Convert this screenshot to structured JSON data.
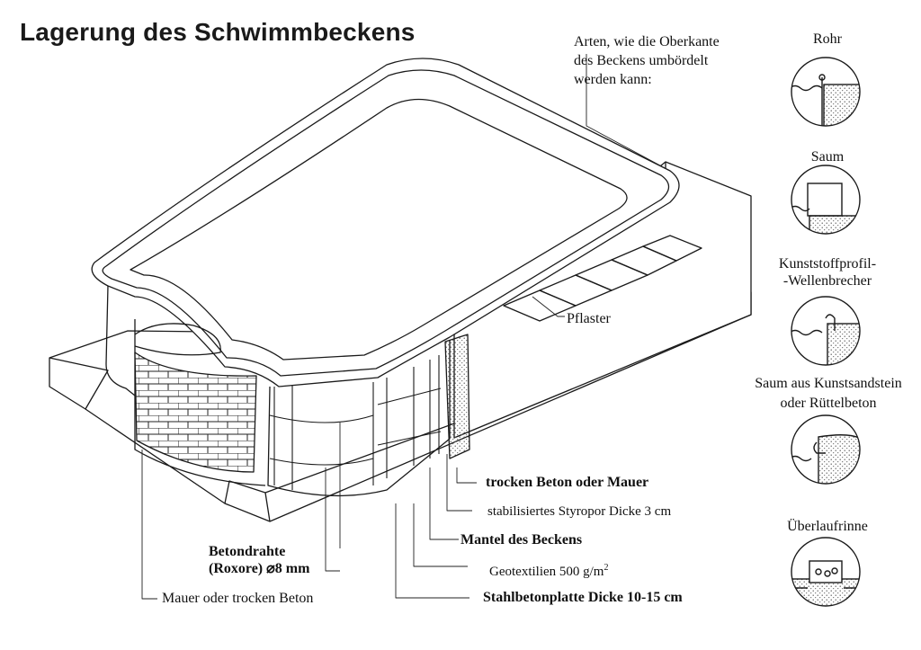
{
  "title": "Lagerung des Schwimmbeckens",
  "edge_intro": {
    "lines": [
      "Arten, wie die Oberkante",
      "des Beckens umbördelt",
      "werden kann:"
    ]
  },
  "edge_types": [
    {
      "id": "rohr",
      "label": "Rohr"
    },
    {
      "id": "saum",
      "label": "Saum"
    },
    {
      "id": "kunststoff",
      "label_lines": [
        "Kunststoffprofil-",
        "-Wellenbrecher"
      ]
    },
    {
      "id": "saum-kunststein",
      "label_lines": [
        "Saum aus Kunstsandstein",
        "oder Rüttelbeton"
      ]
    },
    {
      "id": "ueberlauf",
      "label": "Überlaufrinne"
    }
  ],
  "labels": {
    "pflaster": "Pflaster",
    "trocken_beton": "trocken Beton oder Mauer",
    "styropor": "stabilisiertes  Styropor  Dicke 3 cm",
    "mantel": "Mantel des Beckens",
    "geotextil_text": "Geotextilien 500 g/m",
    "geotextil_sup": "2",
    "stahlbeton": "Stahlbetonplatte Dicke 10-15 cm",
    "betondrahte_1": "Betondrahte",
    "betondrahte_2": "(Roxore) ⌀8 mm",
    "mauer": "Mauer oder trocken Beton"
  },
  "colors": {
    "ink": "#1a1a1a",
    "paper": "#ffffff",
    "stipple": "#555555"
  }
}
